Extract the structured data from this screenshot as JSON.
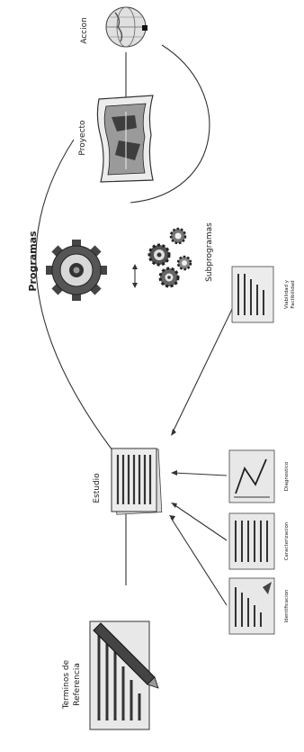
{
  "labels": {
    "accion": "Accion",
    "proyecto": "Proyecto",
    "programas": "Programas",
    "subprogramas": "Subprogramas",
    "estudio": "Estudio",
    "terminos_line1": "Terminos de",
    "terminos_line2": "Referencia",
    "identificacion": "Identificacion",
    "caracterizacion": "Caracterizacion",
    "diagnostico": "Diagnostico",
    "viabilidad_line1": "Viabilidad y",
    "viabilidad_line2": "Factibilidad"
  },
  "colors": {
    "ink": "#222222",
    "stroke": "#333333",
    "fill_light": "#e6e6e6",
    "fill_mid": "#bdbdbd",
    "fill_dark": "#555555"
  }
}
